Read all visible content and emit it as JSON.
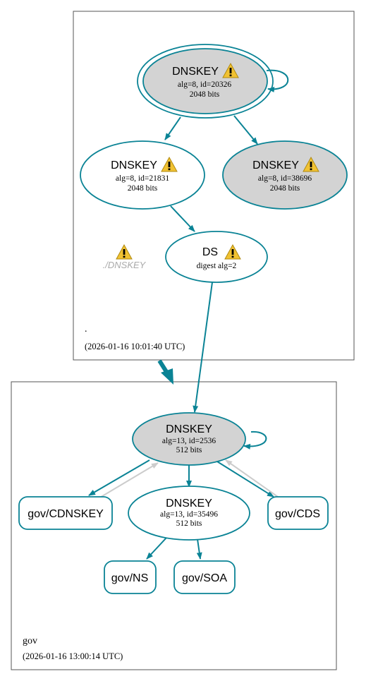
{
  "colors": {
    "edge": "#0a8395",
    "ksk_fill": "#d3d3d3",
    "ghost_edge": "#cccccc",
    "warning": "#f1c232"
  },
  "root_zone": {
    "name": ".",
    "timestamp": "(2026-01-16 10:01:40 UTC)",
    "ksk": {
      "title": "DNSKEY",
      "line1": "alg=8, id=20326",
      "line2": "2048 bits"
    },
    "zsk": {
      "title": "DNSKEY",
      "line1": "alg=8, id=21831",
      "line2": "2048 bits"
    },
    "ksk2": {
      "title": "DNSKEY",
      "line1": "alg=8, id=38696",
      "line2": "2048 bits"
    },
    "ds": {
      "title": "DS",
      "line1": "digest alg=2"
    },
    "missing": {
      "label": "./DNSKEY"
    }
  },
  "gov_zone": {
    "name": "gov",
    "timestamp": "(2026-01-16 13:00:14 UTC)",
    "ksk": {
      "title": "DNSKEY",
      "line1": "alg=13, id=2536",
      "line2": "512 bits"
    },
    "zsk": {
      "title": "DNSKEY",
      "line1": "alg=13, id=35496",
      "line2": "512 bits"
    },
    "cdnskey": {
      "label": "gov/CDNSKEY"
    },
    "cds": {
      "label": "gov/CDS"
    },
    "ns": {
      "label": "gov/NS"
    },
    "soa": {
      "label": "gov/SOA"
    }
  }
}
